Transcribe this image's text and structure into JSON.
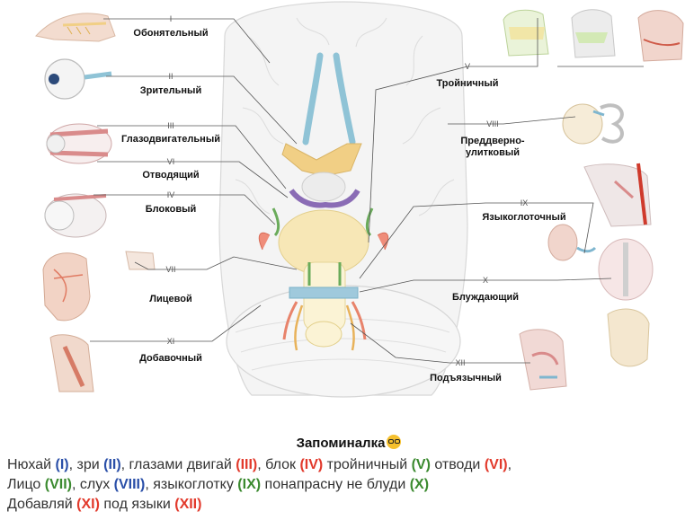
{
  "nerves": [
    {
      "id": "I",
      "roman": "I",
      "name": "Обонятельный"
    },
    {
      "id": "II",
      "roman": "II",
      "name": "Зрительный"
    },
    {
      "id": "III",
      "roman": "III",
      "name": "Глазодвигательный"
    },
    {
      "id": "VI",
      "roman": "VI",
      "name": "Отводящий"
    },
    {
      "id": "IV",
      "roman": "IV",
      "name": "Блоковый"
    },
    {
      "id": "VII",
      "roman": "VII",
      "name": "Лицевой"
    },
    {
      "id": "XI",
      "roman": "XI",
      "name": "Добавочный"
    },
    {
      "id": "V",
      "roman": "V",
      "name": "Тройничный"
    },
    {
      "id": "VIII",
      "roman": "VIII",
      "name_line1": "Преддверно-",
      "name_line2": "улитковый"
    },
    {
      "id": "IX",
      "roman": "IX",
      "name": "Языкоглоточный"
    },
    {
      "id": "X",
      "roman": "X",
      "name": "Блуждающий"
    },
    {
      "id": "XII",
      "roman": "XII",
      "name": "Подъязычный"
    }
  ],
  "mnemonic": {
    "title": "Запоминалка",
    "lines": [
      [
        {
          "t": "Нюхай ",
          "c": "plain"
        },
        {
          "t": "(I)",
          "c": "blue"
        },
        {
          "t": ", зри ",
          "c": "plain"
        },
        {
          "t": "(II)",
          "c": "blue"
        },
        {
          "t": ", глазами двигай ",
          "c": "plain"
        },
        {
          "t": "(III)",
          "c": "red"
        },
        {
          "t": ", блок ",
          "c": "plain"
        },
        {
          "t": "(IV)",
          "c": "red"
        },
        {
          "t": " тройничный ",
          "c": "plain"
        },
        {
          "t": "(V)",
          "c": "green"
        },
        {
          "t": " отводи ",
          "c": "plain"
        },
        {
          "t": "(VI)",
          "c": "red"
        },
        {
          "t": ",",
          "c": "plain"
        }
      ],
      [
        {
          "t": "Лицо ",
          "c": "plain"
        },
        {
          "t": "(VII)",
          "c": "green"
        },
        {
          "t": ", слух ",
          "c": "plain"
        },
        {
          "t": "(VIII)",
          "c": "blue"
        },
        {
          "t": ", языкоглотку ",
          "c": "plain"
        },
        {
          "t": "(IX)",
          "c": "green"
        },
        {
          "t": " понапрасну не блуди ",
          "c": "plain"
        },
        {
          "t": "(X)",
          "c": "green"
        }
      ],
      [
        {
          "t": "Добавляй ",
          "c": "plain"
        },
        {
          "t": "(XI)",
          "c": "red"
        },
        {
          "t": " под языки ",
          "c": "plain"
        },
        {
          "t": "(XII)",
          "c": "red"
        }
      ]
    ]
  },
  "colors": {
    "motor_red": "#e23a2c",
    "sensory_blue": "#2a4fa8",
    "mixed_green": "#3b8a2f",
    "nerve_olfactory": "#7fb6cf",
    "nerve_trigeminal": "#f1cf85",
    "nerve_oculomotor": "#8a6cb5",
    "nerve_abducens": "#6aab5a",
    "nerve_facial": "#e8836b"
  }
}
